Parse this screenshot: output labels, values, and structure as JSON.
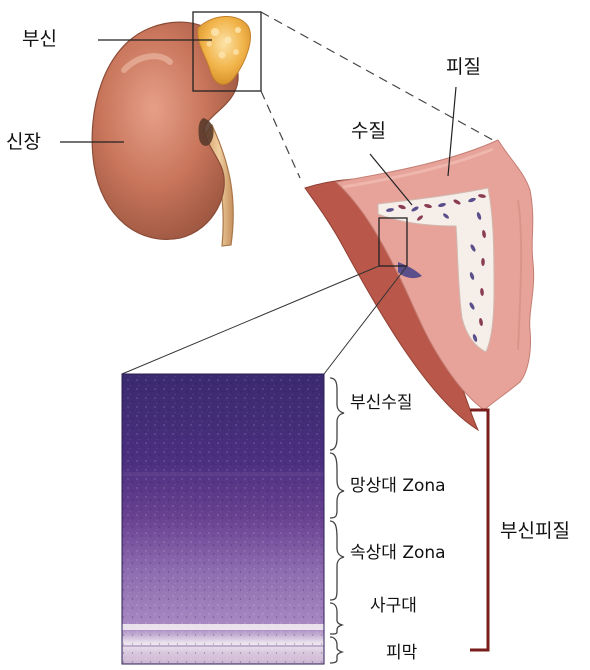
{
  "labels": {
    "adrenal": "부신",
    "kidney": "신장",
    "cortex": "피질",
    "medulla": "수질",
    "adrenal_medulla": "부신수질",
    "zona_glomerulosa": "망상대 Zona",
    "zona_fasciculata": "속상대 Zona",
    "zona_reticularis": "사구대",
    "capsule": "피막",
    "adrenal_cortex": "부신피질"
  },
  "colors": {
    "kidney": "#c8755b",
    "adrenal_gland": "#f0b34a",
    "cortex_tissue": "#e7a39a",
    "medulla_tissue": "#f6efe9",
    "tissue_purple": "#4a2f7e",
    "bracket": "#7a1d1d"
  }
}
